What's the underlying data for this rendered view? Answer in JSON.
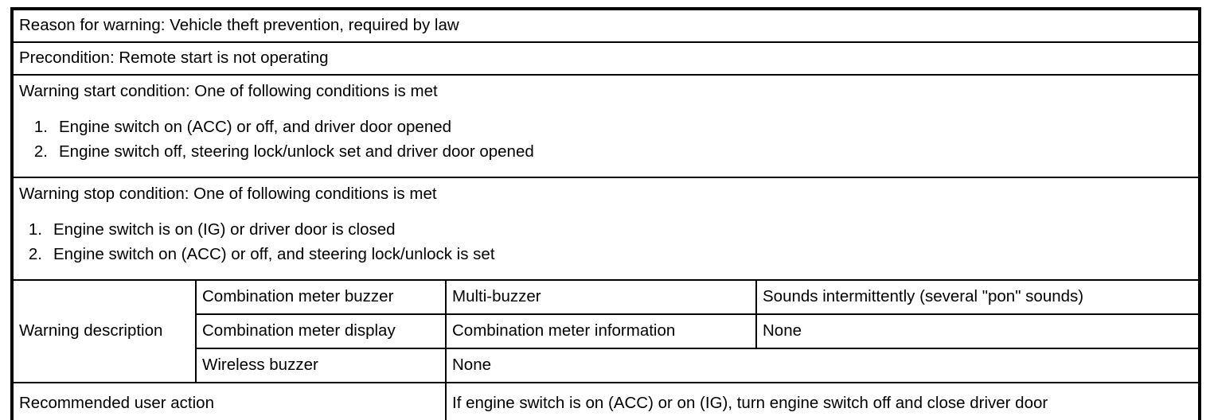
{
  "table": {
    "reason": {
      "text": "Reason for warning: Vehicle theft prevention, required by law"
    },
    "precondition": {
      "text": "Precondition: Remote start is not operating"
    },
    "warning_start": {
      "heading": "Warning start condition: One of following conditions is met",
      "items": [
        {
          "num": "1.",
          "text": "Engine switch on (ACC) or off, and driver door opened"
        },
        {
          "num": "2.",
          "text": "Engine switch off, steering lock/unlock set and driver door opened"
        }
      ]
    },
    "warning_stop": {
      "heading": "Warning stop condition: One of following conditions is met",
      "items": [
        {
          "num": "1.",
          "text": "Engine switch is on (IG) or driver door is closed"
        },
        {
          "num": "2.",
          "text": "Engine switch on (ACC) or off, and steering lock/unlock is set"
        }
      ]
    },
    "warning_description": {
      "label": "Warning description",
      "rows": [
        {
          "device": "Combination meter buzzer",
          "method": "Multi-buzzer",
          "detail": "Sounds intermittently (several \"pon\" sounds)"
        },
        {
          "device": "Combination meter display",
          "method": "Combination meter information",
          "detail": "None"
        },
        {
          "device": "Wireless buzzer",
          "method": "None"
        }
      ]
    },
    "recommended_action": {
      "label": "Recommended user action",
      "text": "If engine switch is on (ACC) or on (IG), turn engine switch off and close driver door"
    }
  }
}
